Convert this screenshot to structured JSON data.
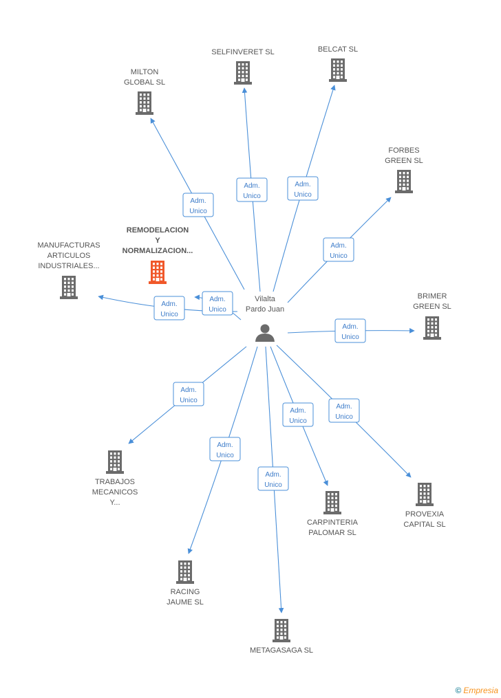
{
  "colors": {
    "edge": "#4a8fd8",
    "company": "#6b6b6b",
    "company_main": "#f0582a",
    "person": "#6b6b6b",
    "edge_text": "#3d7cc9"
  },
  "person": {
    "name": [
      "Vilalta",
      "Pardo Juan"
    ],
    "icon": "person-icon"
  },
  "nodes": [
    {
      "id": "milton",
      "label": [
        "MILTON",
        "GLOBAL SL"
      ],
      "main": false
    },
    {
      "id": "selfinveret",
      "label": [
        "SELFINVERET SL"
      ],
      "main": false
    },
    {
      "id": "belcat",
      "label": [
        "BELCAT SL"
      ],
      "main": false
    },
    {
      "id": "forbes",
      "label": [
        "FORBES",
        "GREEN SL"
      ],
      "main": false
    },
    {
      "id": "remodelacion",
      "label": [
        "REMODELACION",
        "Y",
        "NORMALIZACION..."
      ],
      "main": true
    },
    {
      "id": "manufacturas",
      "label": [
        "MANUFACTURAS",
        "ARTICULOS",
        "INDUSTRIALES..."
      ],
      "main": false
    },
    {
      "id": "brimer",
      "label": [
        "BRIMER",
        "GREEN SL"
      ],
      "main": false
    },
    {
      "id": "trabajos",
      "label": [
        "TRABAJOS",
        "MECANICOS",
        "Y..."
      ],
      "main": false
    },
    {
      "id": "carpinteria",
      "label": [
        "CARPINTERIA",
        "PALOMAR SL"
      ],
      "main": false
    },
    {
      "id": "provexia",
      "label": [
        "PROVEXIA",
        "CAPITAL SL"
      ],
      "main": false
    },
    {
      "id": "racing",
      "label": [
        "RACING",
        "JAUME SL"
      ],
      "main": false
    },
    {
      "id": "metagasaga",
      "label": [
        "METAGASAGA SL"
      ],
      "main": false
    }
  ],
  "edges": [
    {
      "to": "milton",
      "label": [
        "Adm.",
        "Unico"
      ]
    },
    {
      "to": "selfinveret",
      "label": [
        "Adm.",
        "Unico"
      ]
    },
    {
      "to": "belcat",
      "label": [
        "Adm.",
        "Unico"
      ]
    },
    {
      "to": "forbes",
      "label": [
        "Adm.",
        "Unico"
      ]
    },
    {
      "to": "remodelacion",
      "label": [
        "Adm.",
        "Unico"
      ]
    },
    {
      "to": "manufacturas",
      "label": [
        "Adm.",
        "Unico"
      ]
    },
    {
      "to": "brimer",
      "label": [
        "Adm.",
        "Unico"
      ]
    },
    {
      "to": "trabajos",
      "label": [
        "Adm.",
        "Unico"
      ]
    },
    {
      "to": "carpinteria",
      "label": [
        "Adm.",
        "Unico"
      ]
    },
    {
      "to": "provexia",
      "label": [
        "Adm.",
        "Unico"
      ]
    },
    {
      "to": "racing",
      "label": [
        "Adm.",
        "Unico"
      ]
    },
    {
      "to": "metagasaga",
      "label": [
        "Adm.",
        "Unico"
      ]
    }
  ],
  "footer": {
    "copyright": "©",
    "brand": "Empresia"
  }
}
